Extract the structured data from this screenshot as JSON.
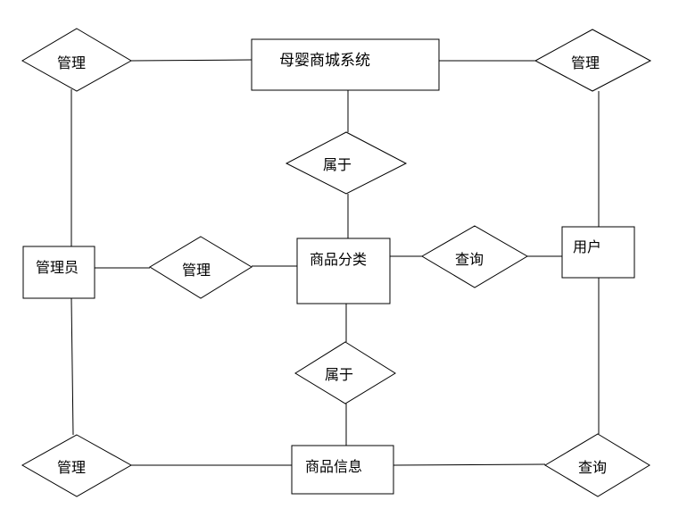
{
  "diagram": {
    "entities": {
      "system": "母婴商城系统",
      "admin": "管理员",
      "category": "商品分类",
      "user": "用户",
      "product": "商品信息"
    },
    "relations": {
      "manage_top_left": "管理",
      "manage_top_right": "管理",
      "belongs_top": "属于",
      "manage_mid": "管理",
      "query_mid": "查询",
      "belongs_bottom": "属于",
      "manage_bottom_left": "管理",
      "query_bottom_right": "查询"
    }
  }
}
